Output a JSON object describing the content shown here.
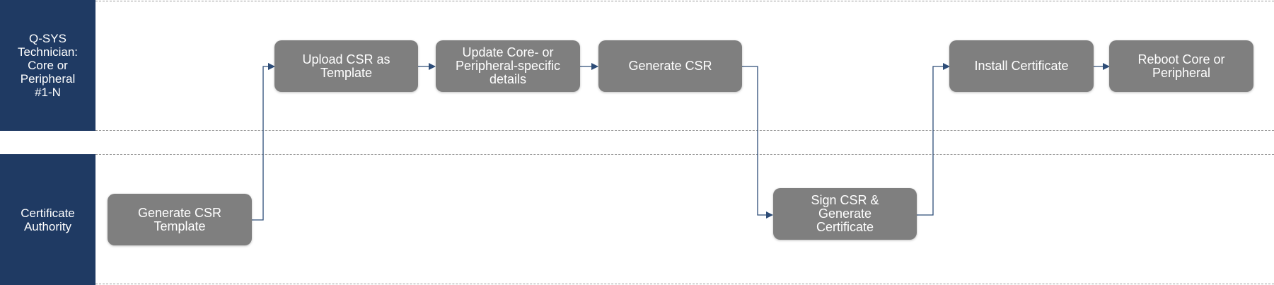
{
  "lanes": [
    {
      "label": "Q-SYS\nTechnician:\nCore or\nPeripheral\n#1-N"
    },
    {
      "label": "Certificate\nAuthority"
    }
  ],
  "steps": {
    "generate_csr_template": "Generate CSR\nTemplate",
    "upload_csr_template": "Upload CSR as\nTemplate",
    "update_details": "Update Core- or\nPeripheral-specific\ndetails",
    "generate_csr": "Generate CSR",
    "sign_csr": "Sign CSR &\nGenerate\nCertificate",
    "install_certificate": "Install Certificate",
    "reboot": "Reboot Core or\nPeripheral"
  },
  "colors": {
    "lane": "#1f3a63",
    "step": "#7f7f7f",
    "connector": "#2e4d78",
    "divider": "#9a9a9a"
  }
}
